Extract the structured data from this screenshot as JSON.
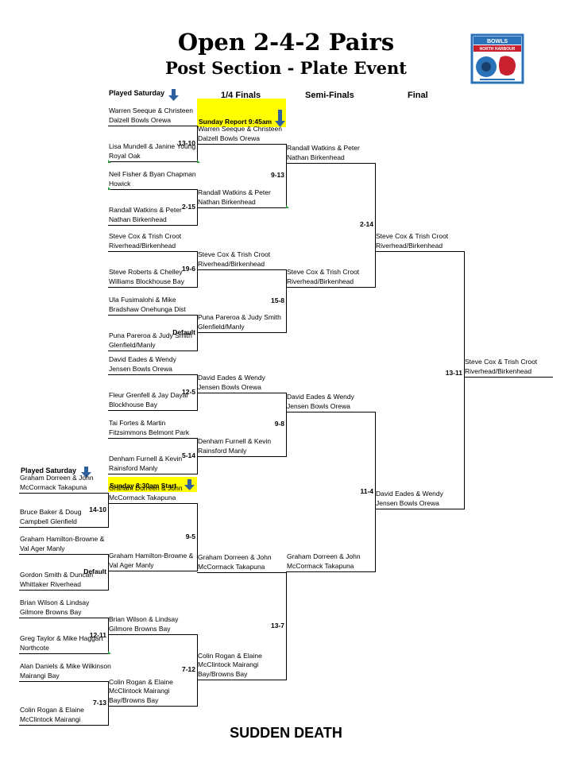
{
  "title": "Open 2-4-2 Pairs",
  "subtitle": "Post Section - Plate Event",
  "footer": "SUDDEN DEATH",
  "logo": {
    "text": "BOWLS",
    "subtext": "NORTH HARBOUR",
    "colors": [
      "#2b72b8",
      "#c8202e"
    ]
  },
  "labels": {
    "played_saturday": "Played Saturday",
    "played_saturday_2": "Played Saturday",
    "sunday_report": "Sunday Report 9:45am",
    "sunday_start": "Sunday 8:30am Start"
  },
  "columns": {
    "qf": "1/4 Finals",
    "sf": "Semi-Finals",
    "final": "Final"
  },
  "round1": [
    {
      "l1": "Warren Seeque & Christeen",
      "l2": "Dalzell Bowls Orewa"
    },
    {
      "l1": "Lisa Mundell & Janine Young",
      "l2": "Royal Oak"
    },
    {
      "l1": "Neil Fisher & Byan Chapman",
      "l2": "Howick"
    },
    {
      "l1": "Randall Watkins & Peter",
      "l2": "Nathan Birkenhead"
    },
    {
      "l1": "Steve Cox & Trish Croot",
      "l2": "Riverhead/Birkenhead"
    },
    {
      "l1": "Steve Roberts & Chelley",
      "l2": "Williams Blockhouse Bay"
    },
    {
      "l1": "Ula Fusimalohi & Mike",
      "l2": "Bradshaw Onehunga Dist"
    },
    {
      "l1": "Puna Pareroa & Judy Smith",
      "l2": "Glenfield/Manly"
    },
    {
      "l1": "David Eades & Wendy",
      "l2": "Jensen Bowls Orewa"
    },
    {
      "l1": "Fleur Grenfell & Jay Dayal",
      "l2": "Blockhouse Bay"
    },
    {
      "l1": "Tai Fortes & Martin",
      "l2": "Fitzsimmons Belmont Park"
    },
    {
      "l1": "Denham Furnell & Kevin",
      "l2": "Rainsford Manly"
    },
    {
      "l1": "Graham Dorreen & John",
      "l2": "McCormack Takapuna"
    },
    {
      "l1": "Graham Hamilton-Browne &",
      "l2": "Val Ager Manly"
    },
    {
      "l1": "Brian Wilson & Lindsay",
      "l2": "Gilmore Browns Bay"
    },
    {
      "l1": "Colin Rogan & Elaine",
      "l2": "McClintock Mairangi",
      "l3": "Bay/Browns Bay"
    }
  ],
  "prelim": [
    {
      "l1": "Graham Dorreen & John",
      "l2": "McCormack Takapuna"
    },
    {
      "l1": "Bruce Baker & Doug",
      "l2": "Campbell Glenfield"
    },
    {
      "l1": "Graham Hamilton-Browne &",
      "l2": "Val Ager Manly"
    },
    {
      "l1": "Gordon Smith & Duncan",
      "l2": "Whittaker Riverhead"
    },
    {
      "l1": "Brian Wilson & Lindsay",
      "l2": "Gilmore Browns Bay"
    },
    {
      "l1": "Greg Taylor & Mike Haggart",
      "l2": "Northcote"
    },
    {
      "l1": "Alan Daniels & Mike Wilkinson",
      "l2": "Mairangi Bay"
    },
    {
      "l1": "Colin Rogan & Elaine",
      "l2": "McClintock Mairangi"
    }
  ],
  "quarter": [
    {
      "l1": "Warren Seeque & Christeen",
      "l2": "Dalzell Bowls Orewa"
    },
    {
      "l1": "Randall Watkins & Peter",
      "l2": "Nathan Birkenhead"
    },
    {
      "l1": "Steve Cox & Trish Croot",
      "l2": "Riverhead/Birkenhead"
    },
    {
      "l1": "Puna Pareroa & Judy Smith",
      "l2": "Glenfield/Manly"
    },
    {
      "l1": "David Eades & Wendy",
      "l2": "Jensen Bowls Orewa"
    },
    {
      "l1": "Denham Furnell & Kevin",
      "l2": "Rainsford Manly"
    },
    {
      "l1": "Graham Dorreen & John",
      "l2": "McCormack Takapuna"
    },
    {
      "l1": "Colin Rogan & Elaine",
      "l2": "McClintock Mairangi",
      "l3": "Bay/Browns Bay"
    }
  ],
  "semi": [
    {
      "l1": "Randall Watkins & Peter",
      "l2": "Nathan Birkenhead"
    },
    {
      "l1": "Steve Cox & Trish Croot",
      "l2": "Riverhead/Birkenhead"
    },
    {
      "l1": "David Eades & Wendy",
      "l2": "Jensen Bowls Orewa"
    },
    {
      "l1": "Graham Dorreen & John",
      "l2": "McCormack Takapuna"
    }
  ],
  "final": [
    {
      "l1": "Steve Cox & Trish Croot",
      "l2": "Riverhead/Birkenhead"
    },
    {
      "l1": "David Eades & Wendy",
      "l2": "Jensen Bowls Orewa"
    }
  ],
  "winner": {
    "l1": "Steve Cox & Trish Croot",
    "l2": "Riverhead/Birkenhead"
  },
  "scores": {
    "r1": [
      "13-10",
      "2-15",
      "19-6",
      "Default",
      "12-5",
      "5-14",
      "9-5",
      "7-12"
    ],
    "prelim": [
      "14-10",
      "Default",
      "12-11",
      "7-13"
    ],
    "qf": [
      "9-13",
      "15-8",
      "9-8",
      "13-7"
    ],
    "sf": [
      "2-14",
      "11-4"
    ],
    "final": "13-11"
  }
}
